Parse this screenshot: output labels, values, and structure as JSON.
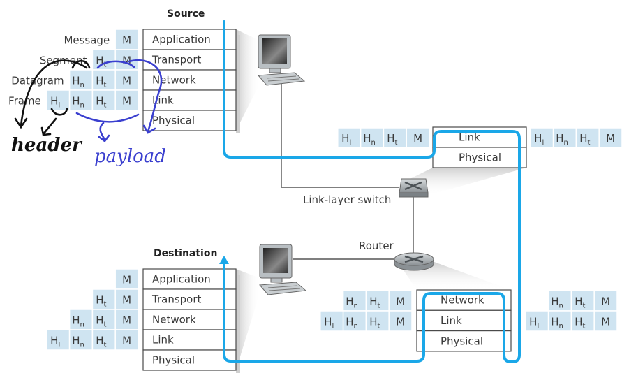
{
  "title_source": "Source",
  "title_destination": "Destination",
  "labels": {
    "switch": "Link-layer switch",
    "router": "Router"
  },
  "source_stack": [
    "Application",
    "Transport",
    "Network",
    "Link",
    "Physical"
  ],
  "destination_stack": [
    "Application",
    "Transport",
    "Network",
    "Link",
    "Physical"
  ],
  "switch_stack": [
    "Link",
    "Physical"
  ],
  "router_stack": [
    "Network",
    "Link",
    "Physical"
  ],
  "pdu_names": [
    "Message",
    "Segment",
    "Datagram",
    "Frame"
  ],
  "cells": {
    "M": {
      "base": "M",
      "sub": ""
    },
    "Ht": {
      "base": "H",
      "sub": "t"
    },
    "Hn": {
      "base": "H",
      "sub": "n"
    },
    "Hl": {
      "base": "H",
      "sub": "l"
    }
  },
  "annotations": {
    "header": "header",
    "payload": "payload"
  },
  "colors": {
    "path": "#1aa7e8",
    "cell": "#cfe4f1",
    "annotation_black": "#111111",
    "annotation_blue": "#3a3fcf"
  }
}
